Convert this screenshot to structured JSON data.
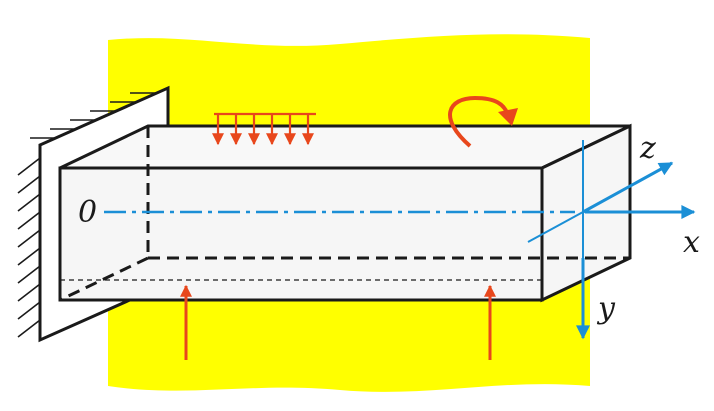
{
  "labels": {
    "origin": "0",
    "x_axis": "x",
    "y_axis": "y",
    "z_axis": "z"
  },
  "colors": {
    "plane": "#ffff00",
    "beam_face": "#f6f6f6",
    "edge": "#1a1a1a",
    "axis": "#1b8fd6",
    "load": "#e8471c",
    "support": "#1a1a1a"
  },
  "icons": {
    "distributed_load": "distributed-load-arrows",
    "moment": "curved-moment-arrow",
    "reaction_force": "upward-arrow",
    "fixed_support": "hatched-wall"
  }
}
